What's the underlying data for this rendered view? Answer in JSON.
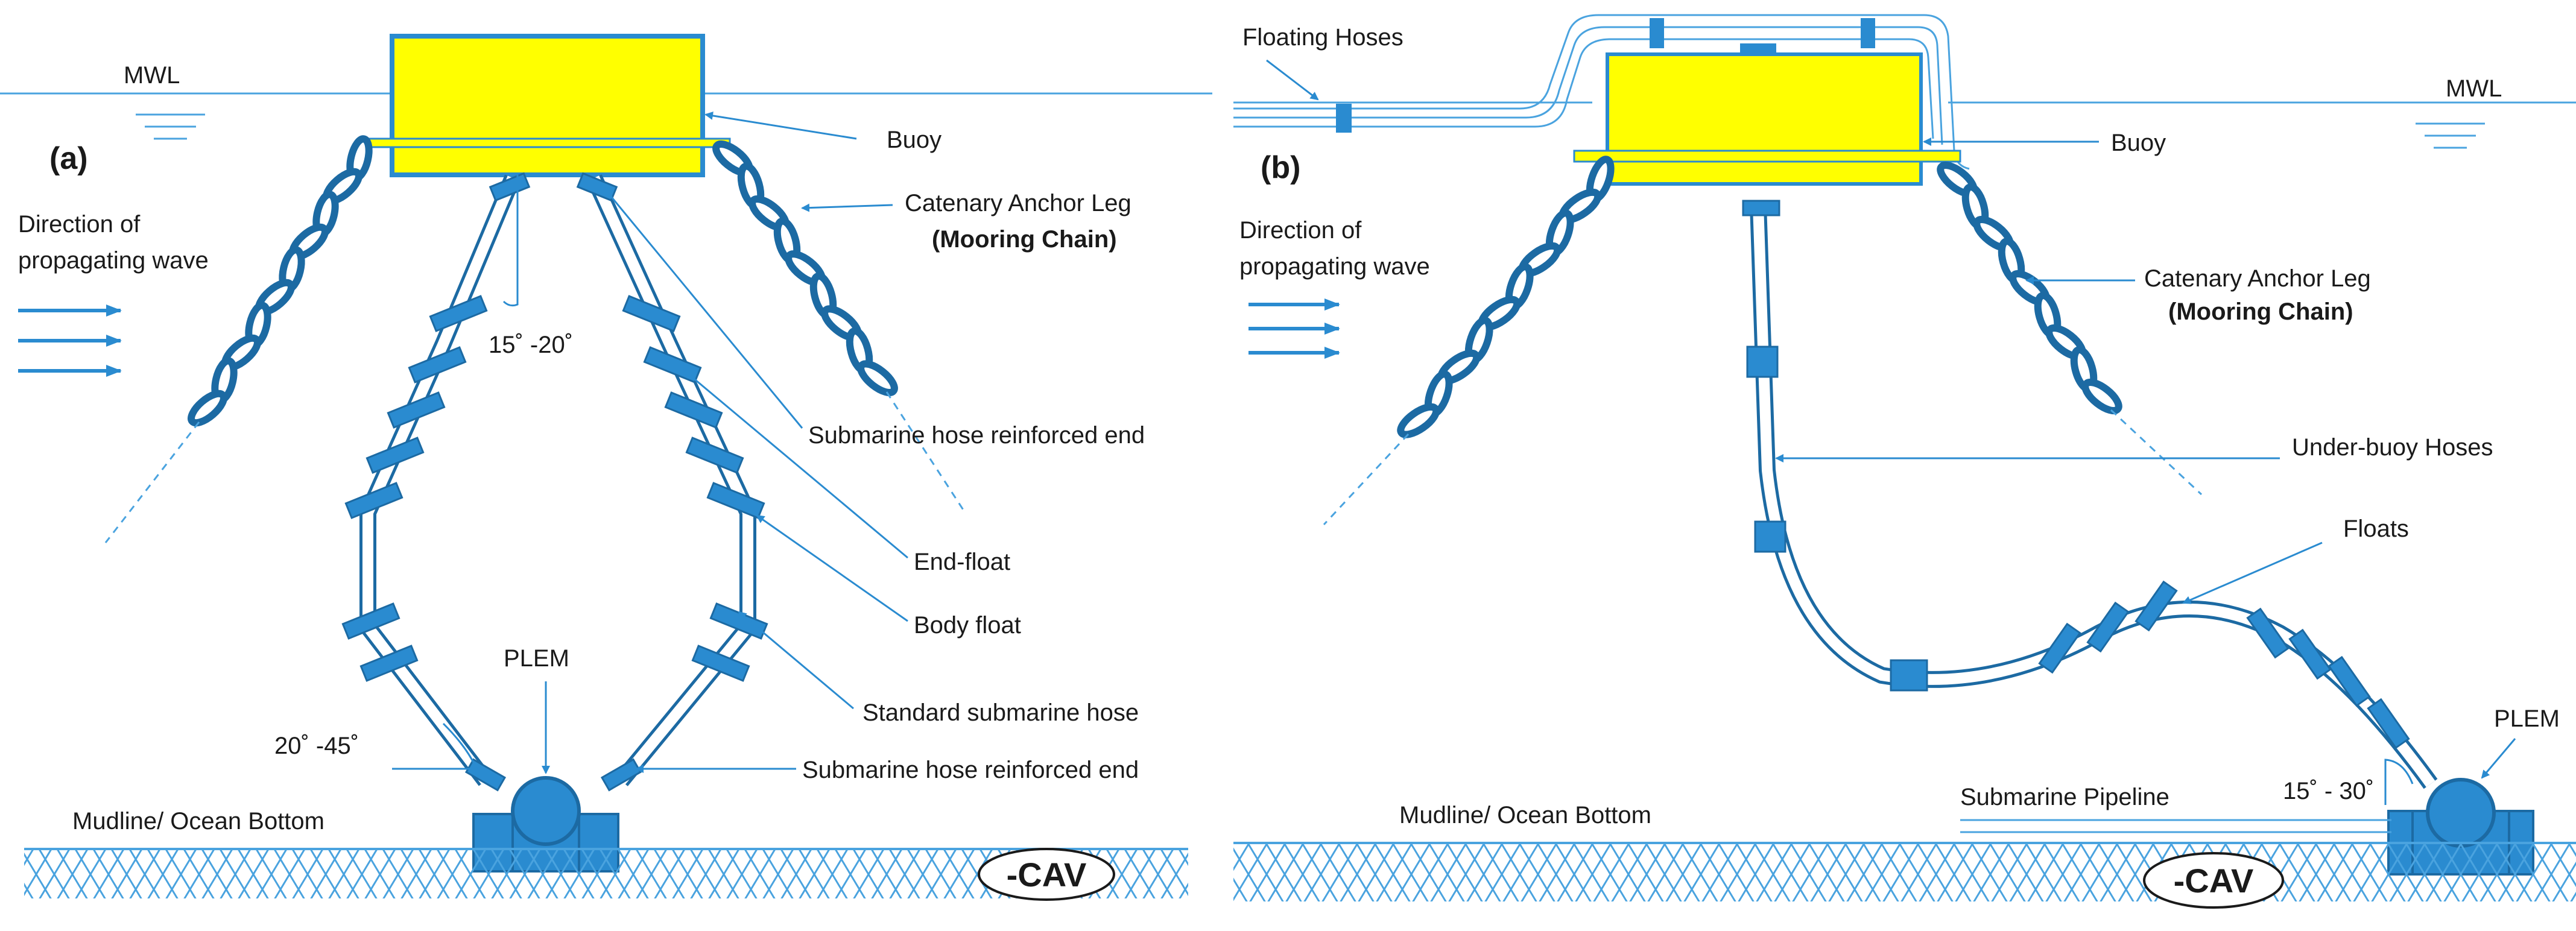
{
  "colors": {
    "blue": "#2a8bd0",
    "dark_blue": "#1c6aa3",
    "water": "#4aa3df",
    "buoy_fill": "#ffff00",
    "text": "#1a1a1a"
  },
  "panel_a": {
    "id": "(a)",
    "mwl": "MWL",
    "buoy": "Buoy",
    "wave_line1": "Direction of",
    "wave_line2": "propagating wave",
    "anchor_line1": "Catenary Anchor Leg",
    "anchor_line2": "(Mooring Chain)",
    "angle_top": "15˚ -20˚",
    "hose_reinforced_top": "Submarine hose reinforced end",
    "end_float": "End-float",
    "body_float": "Body float",
    "standard_hose": "Standard submarine hose",
    "plem": "PLEM",
    "angle_bottom": "20˚ -45˚",
    "hose_reinforced_bottom": "Submarine hose reinforced end",
    "mudline": "Mudline/ Ocean Bottom",
    "credit": "-CAV"
  },
  "panel_b": {
    "id": "(b)",
    "floating_hoses": "Floating Hoses",
    "mwl": "MWL",
    "buoy": "Buoy",
    "wave_line1": "Direction of",
    "wave_line2": "propagating wave",
    "anchor_line1": "Catenary Anchor Leg",
    "anchor_line2": "(Mooring Chain)",
    "under_buoy": "Under-buoy Hoses",
    "floats": "Floats",
    "plem": "PLEM",
    "angle": "15˚ - 30˚",
    "pipeline": "Submarine Pipeline",
    "mudline": "Mudline/ Ocean Bottom",
    "credit": "-CAV"
  }
}
